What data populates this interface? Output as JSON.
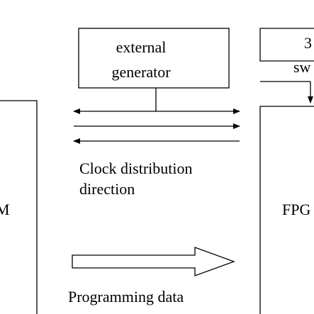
{
  "external_generator": {
    "line1": "external",
    "line2": "generator"
  },
  "switch_block": {
    "line1": "3",
    "line2": "sw"
  },
  "clock_caption": {
    "line1": "Clock distribution",
    "line2": "direction"
  },
  "left_block": {
    "label": "M"
  },
  "fpga_block": {
    "label": "FPG"
  },
  "programming_caption": "Programming data"
}
